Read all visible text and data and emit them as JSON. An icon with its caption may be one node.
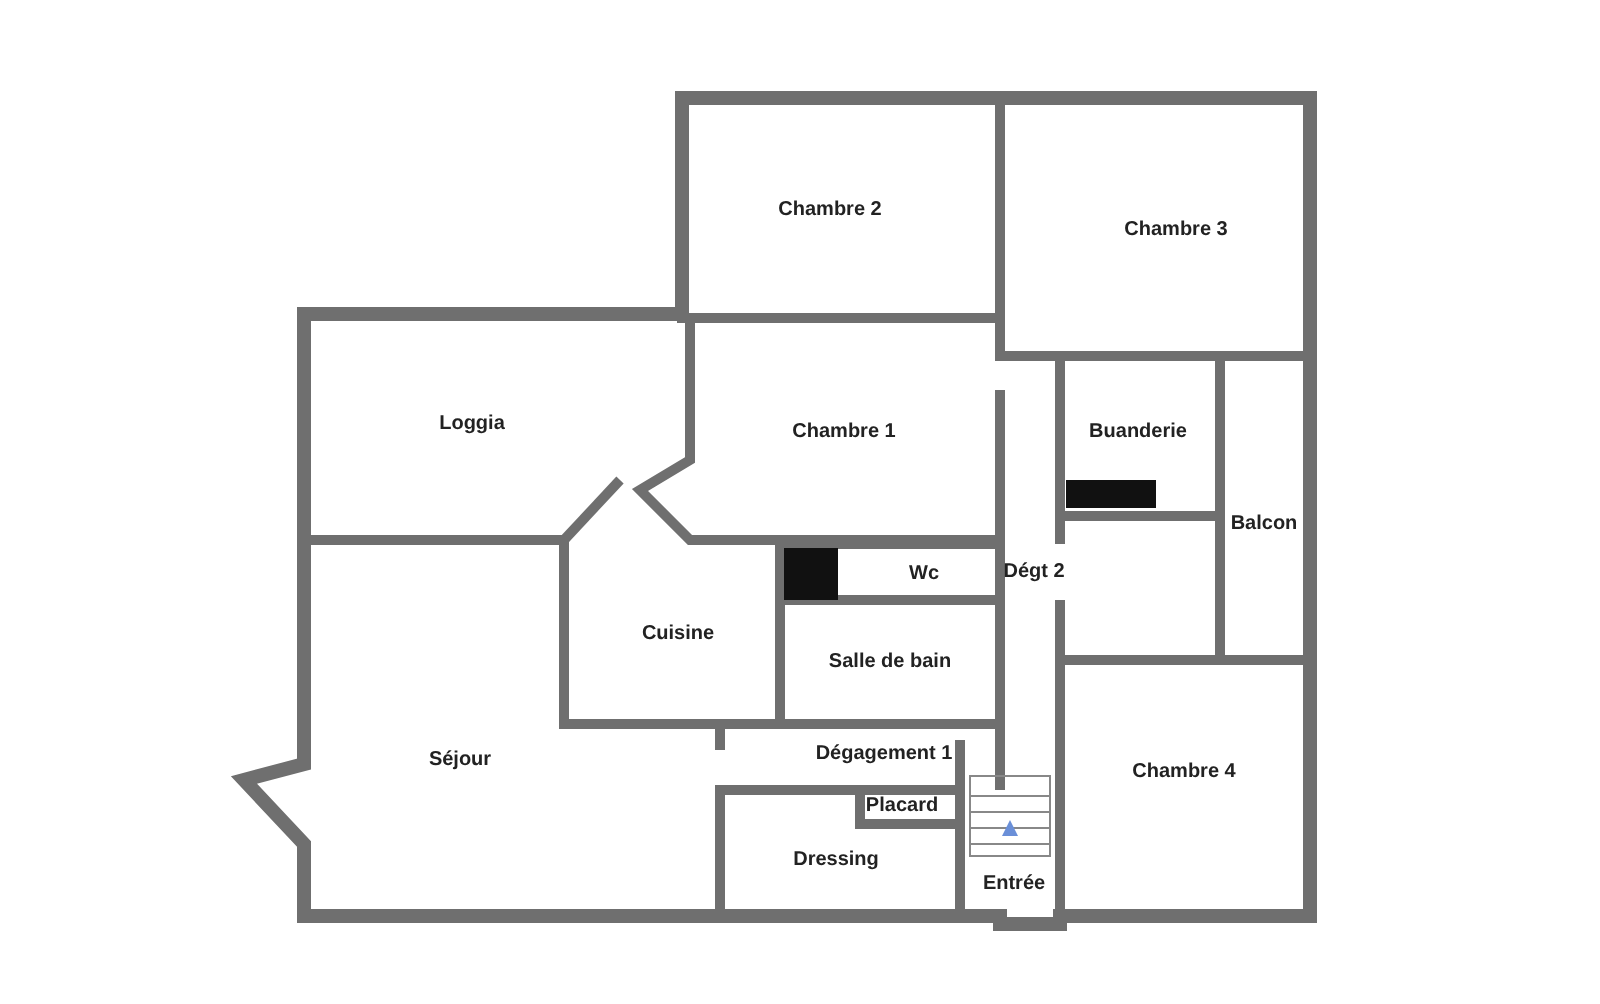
{
  "diagram": {
    "labels": [
      "Chambre 2",
      "Chambre 3",
      "Loggia",
      "Chambre 1",
      "Buanderie",
      "Balcon",
      "Wc",
      "Dégt 2",
      "Cuisine",
      "Salle de bain",
      "Séjour",
      "Chambre 4",
      "Dégagement 1",
      "Placard",
      "Dressing",
      "Entrée"
    ]
  }
}
